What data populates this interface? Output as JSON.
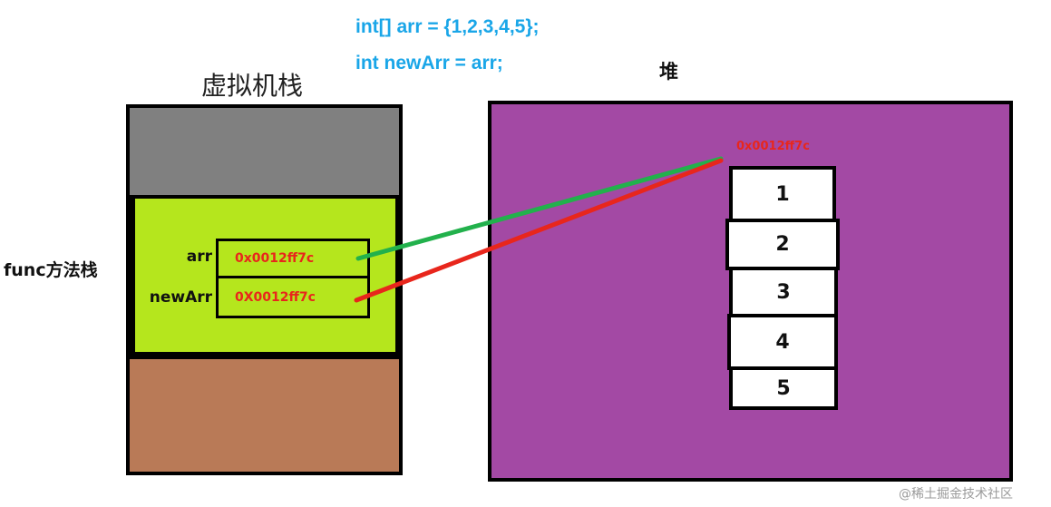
{
  "code": {
    "line1": "int[] arr = {1,2,3,4,5};",
    "line2": "int newArr = arr;"
  },
  "stack": {
    "title": "虚拟机栈",
    "func_label": "func方法栈",
    "colors": {
      "top": "#808080",
      "func": "#b5e61d",
      "bottom": "#b97a57"
    },
    "variables": [
      {
        "name": "arr",
        "value": "0x0012ff7c"
      },
      {
        "name": "newArr",
        "value": "0X0012ff7c"
      }
    ]
  },
  "heap": {
    "title": "堆",
    "address": "0x0012ff7c",
    "color": "#a349a4",
    "cells": [
      "1",
      "2",
      "3",
      "4",
      "5"
    ]
  },
  "arrows": {
    "arr_color": "#22b14c",
    "newArr_color": "#e8261c"
  },
  "watermark": "@稀土掘金技术社区"
}
